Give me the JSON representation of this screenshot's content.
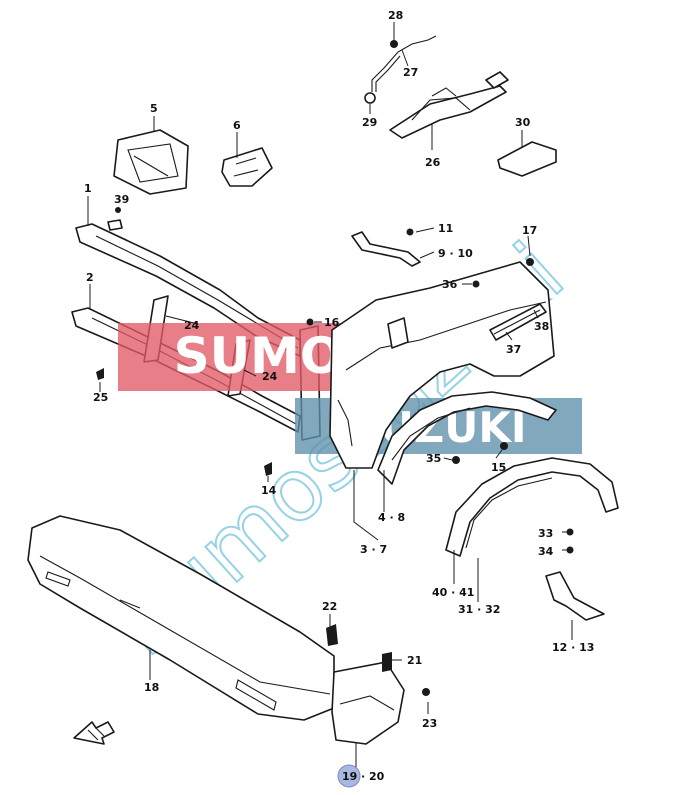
{
  "watermark": {
    "banner_red": "SUMO",
    "banner_blue": "SUZUKI",
    "diagonal": "Sumoszuzuki",
    "colors": {
      "red": "#e05a67",
      "blue": "#5f8faa",
      "diagonal": "#7cc8e0",
      "highlight": "#a9b8e0"
    }
  },
  "callouts": {
    "c28": "28",
    "c27": "27",
    "c29": "29",
    "c26": "26",
    "c30": "30",
    "c5": "5",
    "c6": "6",
    "c1": "1",
    "c39": "39",
    "c2": "2",
    "c24a": "24",
    "c24b": "24",
    "c16": "16",
    "c25": "25",
    "c11": "11",
    "c9_10": "9 · 10",
    "c17": "17",
    "c36": "36",
    "c38": "38",
    "c37": "37",
    "c35": "35",
    "c15": "15",
    "c14": "14",
    "c4_8": "4 · 8",
    "c3_7": "3 · 7",
    "c33": "33",
    "c34": "34",
    "c40_41": "40 · 41",
    "c31_32": "31 · 32",
    "c12_13": "12 · 13",
    "c22": "22",
    "c21": "21",
    "c18": "18",
    "c23": "23",
    "c19": "19",
    "c20": "· 20"
  },
  "icons": {
    "front_arrow": "arrow-front-icon"
  }
}
